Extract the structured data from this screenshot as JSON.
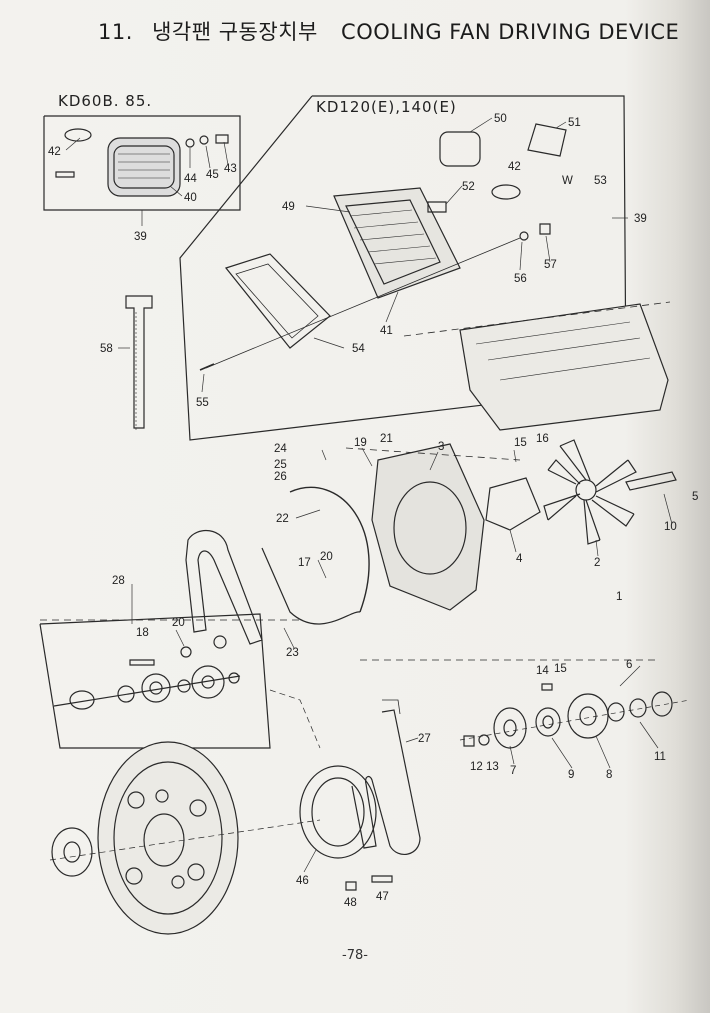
{
  "header": {
    "number": "11.",
    "title_korean": "냉각팬 구동장치부",
    "title_english": "COOLING FAN DRIVING DEVICE"
  },
  "variants": {
    "small": "KD60B. 85.",
    "large": "KD120(E),140(E)"
  },
  "part_labels": [
    "42",
    "44",
    "45",
    "43",
    "40",
    "39",
    "50",
    "51",
    "42",
    "53",
    "52",
    "49",
    "39",
    "56",
    "57",
    "41",
    "54",
    "55",
    "58",
    "3",
    "19",
    "21",
    "15",
    "16",
    "24",
    "25",
    "26",
    "22",
    "4",
    "2",
    "5",
    "10",
    "17",
    "20",
    "1",
    "28",
    "18",
    "20",
    "23",
    "14",
    "15",
    "6",
    "27",
    "12",
    "13",
    "7",
    "9",
    "8",
    "11",
    "46",
    "48",
    "47"
  ],
  "w_label": "W",
  "page_number": "-78-"
}
